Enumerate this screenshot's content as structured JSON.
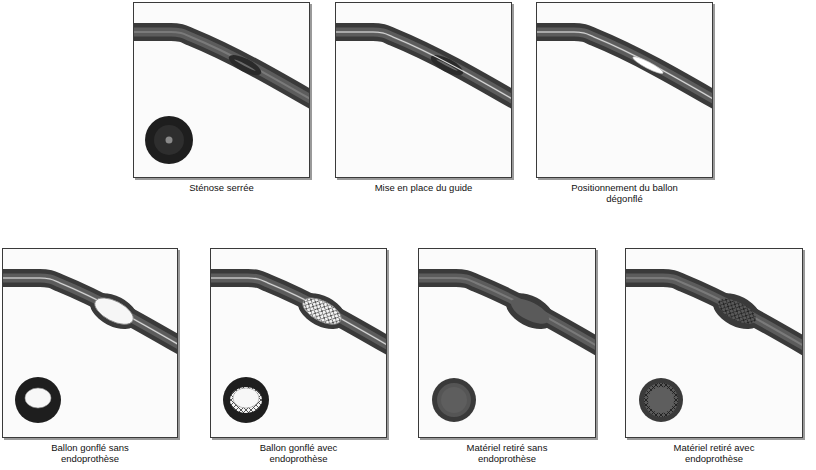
{
  "diagram": {
    "nodes": [
      {
        "text": [
          "Sténose serrée"
        ]
      },
      {
        "text": [
          "Mise en place du guide"
        ]
      },
      {
        "text": [
          "Positionnement du ballon dégonflé"
        ]
      },
      {
        "text": [
          "Ballon gonflé sans endoprothèse"
        ]
      },
      {
        "text": [
          "Ballon gonflé avec endoprothèse"
        ]
      },
      {
        "text": [
          "Matériel retiré sans endoprothèse"
        ]
      },
      {
        "text": [
          "Matériel retiré avec endoprothèse"
        ]
      }
    ]
  }
}
